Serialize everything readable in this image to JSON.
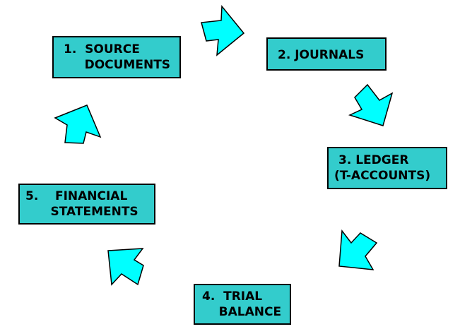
{
  "steps": [
    {
      "line1": "1.  SOURCE",
      "line2": "     DOCUMENTS"
    },
    {
      "line1": "2. JOURNALS"
    },
    {
      "line1": "3. LEDGER",
      "line2": "(T-ACCOUNTS)"
    },
    {
      "line1": "4.  TRIAL",
      "line2": "    BALANCE"
    },
    {
      "line1": "5.    FINANCIAL",
      "line2": "      STATEMENTS"
    }
  ],
  "colors": {
    "box_fill": "#33cccc",
    "arrow_fill": "#00ffff"
  }
}
